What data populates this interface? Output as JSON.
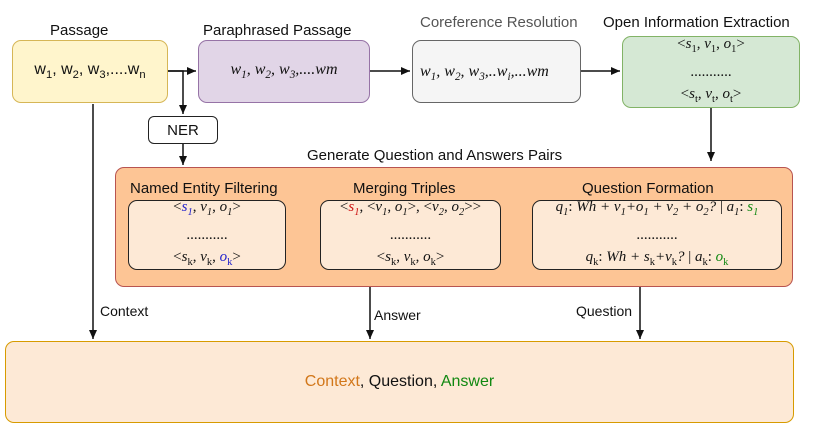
{
  "labels": {
    "passage": "Passage",
    "paraphrased": "Paraphrased Passage",
    "coreference": "Coreference Resolution",
    "openie": "Open Information Extraction",
    "generate": "Generate Question and Answers Pairs",
    "named_entity_filtering": "Named Entity Filtering",
    "merging_triples": "Merging Triples",
    "question_formation": "Question Formation",
    "ner": "NER",
    "context_edge": "Context",
    "answer_edge": "Answer",
    "question_edge": "Question"
  },
  "dots": "...........",
  "output": {
    "context": "Context",
    "sep1": ", ",
    "question": "Question",
    "sep2": ", ",
    "answer": "Answer"
  },
  "colors": {
    "passage_fill": "#fff5cc",
    "passage_border": "#d6b656",
    "paraphrase_fill": "#e1d5e7",
    "paraphrase_border": "#9673a6",
    "coref_fill": "#f5f5f5",
    "coref_border": "#666666",
    "openie_fill": "#d5e8d4",
    "openie_border": "#82b366",
    "generate_fill": "#fdc595",
    "generate_border": "#b85450",
    "output_fill": "#fde9d6",
    "output_border": "#d79b00",
    "context_text": "#d2771a",
    "answer_text": "#118811"
  }
}
